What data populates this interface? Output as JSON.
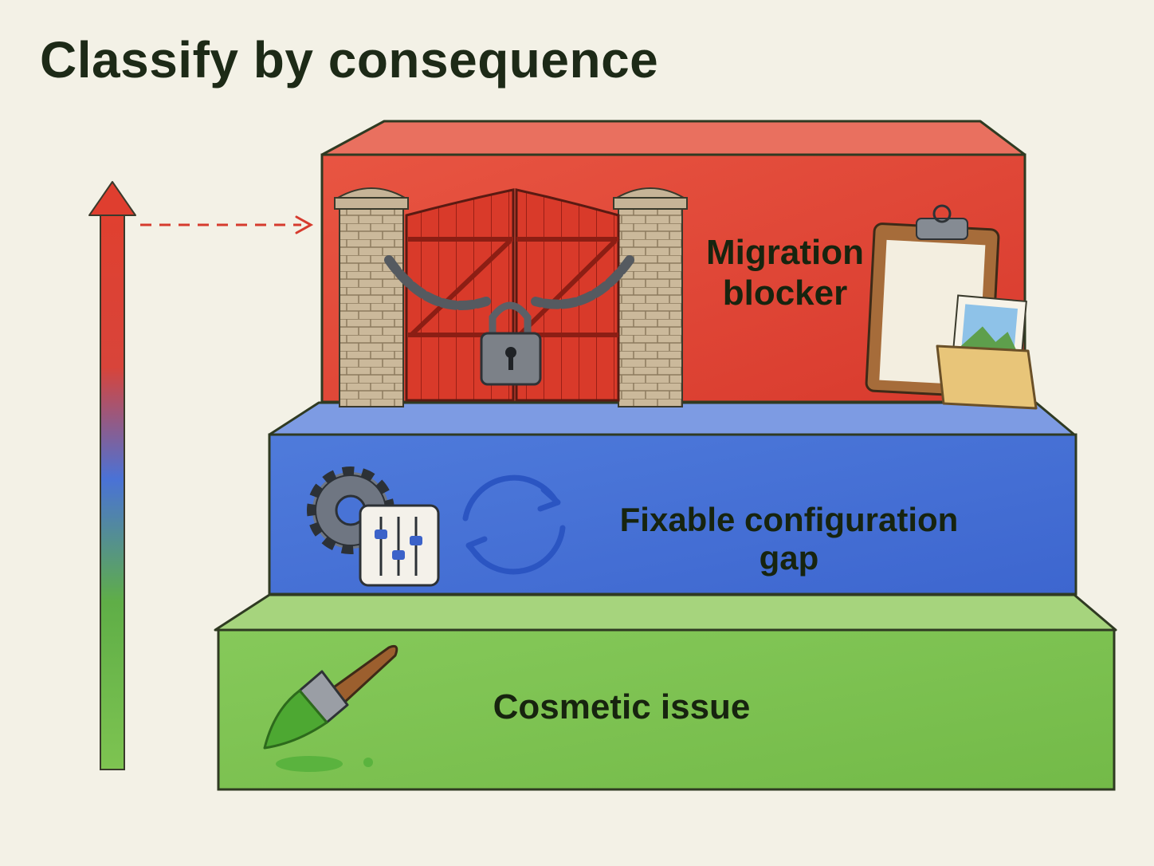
{
  "title": "Classify by consequence",
  "levels": [
    {
      "label": "Migration blocker",
      "color": "#e04434",
      "icons": [
        "locked-gate-icon",
        "padlock-icon",
        "chain-icon",
        "clipboard-icon",
        "picture-folder-icon"
      ]
    },
    {
      "label": "Fixable configuration gap",
      "color": "#4873d6",
      "icons": [
        "gear-icon",
        "sliders-icon",
        "refresh-cycle-icon"
      ]
    },
    {
      "label": "Cosmetic issue",
      "color": "#79c04f",
      "icons": [
        "paintbrush-icon"
      ]
    }
  ],
  "severity_arrow": {
    "direction": "up",
    "colors": [
      "#7ec451",
      "#4a72d6",
      "#e0402f"
    ]
  }
}
